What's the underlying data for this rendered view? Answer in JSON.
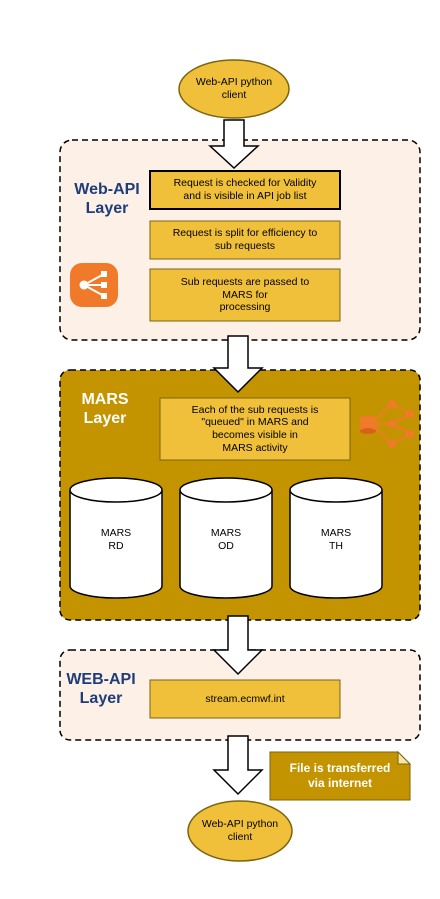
{
  "client_top": {
    "label": "Web-API python\nclient"
  },
  "web_api_layer": {
    "title": "Web-API\nLayer",
    "steps": [
      "Request is checked for Validity\nand is visible in API job list",
      "Request is split for efficiency to\nsub requests",
      "Sub requests are passed to\nMARS for\nprocessing"
    ]
  },
  "mars_layer": {
    "title": "MARS\nLayer",
    "step": "Each of the sub requests is\n\"queued\" in MARS and\nbecomes visible in\nMARS activity",
    "databases": [
      "MARS\nRD",
      "MARS\nOD",
      "MARS\nTH"
    ]
  },
  "web_api_layer_2": {
    "title": "WEB-API\nLayer",
    "step": "stream.ecmwf.int"
  },
  "note": {
    "text": "File is transferred\nvia internet"
  },
  "client_bottom": {
    "label": "Web-API python\nclient"
  },
  "colors": {
    "gold": "#f0c03a",
    "gold_border": "#7a6410",
    "layer_bg": "#fdf0e6",
    "mars_bg": "#c49400",
    "layer_title": "#1f3d7a",
    "icon": "#f07a2a"
  },
  "icons": [
    "workflow-icon",
    "database-cluster-icon"
  ]
}
